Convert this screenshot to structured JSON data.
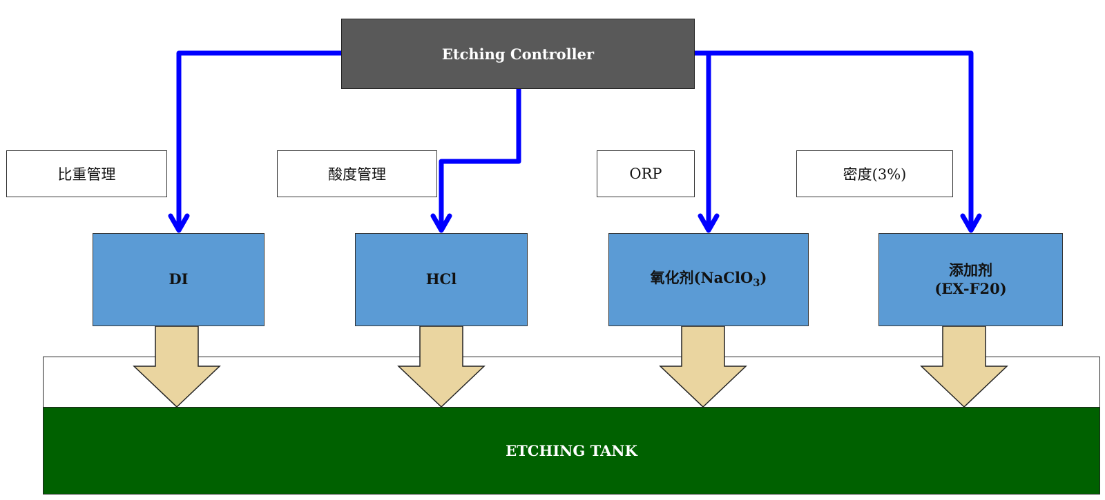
{
  "controller": {
    "label": "Etching Controller"
  },
  "parameters": [
    {
      "id": "specific-gravity",
      "label": "比重管理"
    },
    {
      "id": "acidity",
      "label": "酸度管理"
    },
    {
      "id": "orp",
      "label": "ORP"
    },
    {
      "id": "density",
      "label": "密度(3%)"
    }
  ],
  "chemicals": [
    {
      "id": "di",
      "line1": "DI",
      "line2": ""
    },
    {
      "id": "hcl",
      "line1": "HCl",
      "line2": ""
    },
    {
      "id": "oxidizer",
      "line1": "氧化剂(NaClO",
      "subscript": "3",
      "suffix": ")",
      "line2": ""
    },
    {
      "id": "additive",
      "line1": "添加剂",
      "line2": "(EX-F20)"
    }
  ],
  "tank": {
    "label": "ETCHING TANK"
  },
  "colors": {
    "connector": "#0000ff",
    "controller_fill": "#595959",
    "chemical_fill": "#5b9bd5",
    "tank_fill": "#006100",
    "feed_arrow_fill": "#ead5a0"
  }
}
